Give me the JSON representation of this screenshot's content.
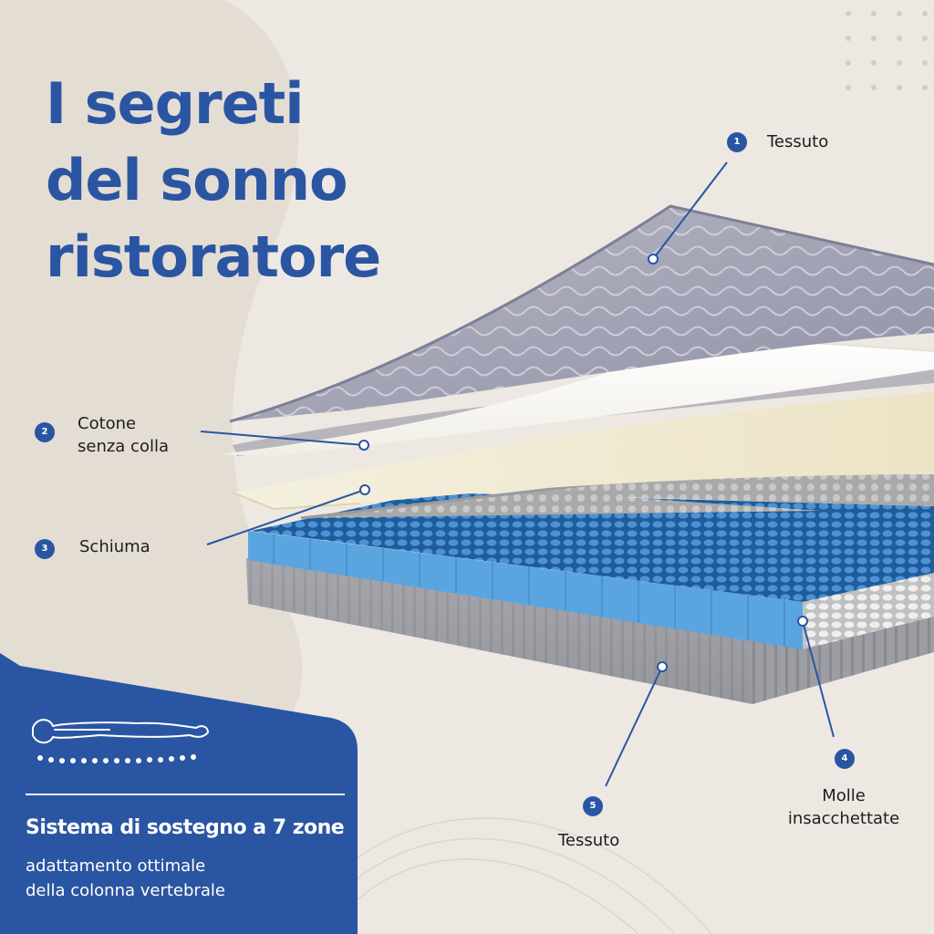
{
  "headline": {
    "lines": [
      "I segreti",
      "del sonno",
      "ristoratore"
    ]
  },
  "callouts": [
    {
      "number": "1",
      "label_lines": [
        "Tessuto"
      ]
    },
    {
      "number": "2",
      "label_lines": [
        "Cotone",
        "senza colla"
      ]
    },
    {
      "number": "3",
      "label_lines": [
        "Schiuma"
      ]
    },
    {
      "number": "4",
      "label_lines": [
        "Molle",
        "insacchettate"
      ]
    },
    {
      "number": "5",
      "label_lines": [
        "Tessuto"
      ]
    }
  ],
  "support_panel": {
    "icon": "person-lying-on-support-dots-icon",
    "title": "Sistema di sostegno a 7 zone",
    "subtitle_lines": [
      "adattamento ottimale",
      "della colonna vertebrale"
    ]
  },
  "colors": {
    "brand_blue": "#2a55a2",
    "background": "#ede8e2",
    "spring_blue": "#5aa5e0",
    "gray_fabric": "#a4a4aa"
  }
}
